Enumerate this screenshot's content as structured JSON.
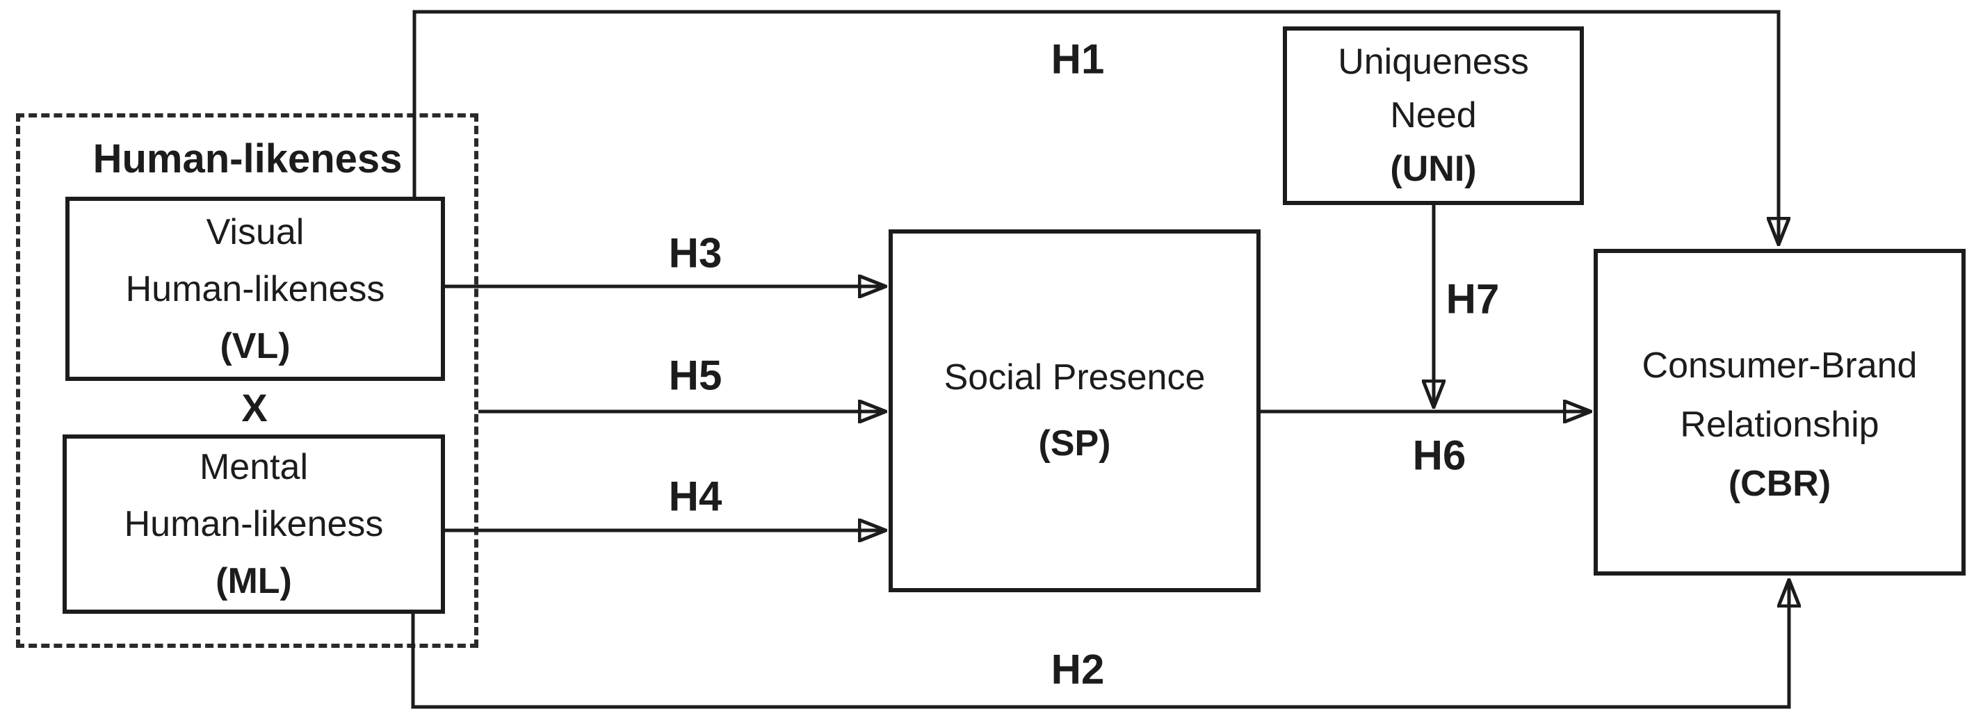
{
  "figure": {
    "background": "#ffffff",
    "stroke_color": "#1c1c1c",
    "group": {
      "title": "Human-likeness",
      "interaction": "X"
    },
    "nodes": {
      "vl": {
        "lines": [
          "Visual",
          "Human-likeness"
        ],
        "abbr": "(VL)"
      },
      "ml": {
        "lines": [
          "Mental",
          "Human-likeness"
        ],
        "abbr": "(ML)"
      },
      "sp": {
        "lines": [
          "Social Presence"
        ],
        "abbr": "(SP)"
      },
      "uni": {
        "lines": [
          "Uniqueness",
          "Need"
        ],
        "abbr": "(UNI)"
      },
      "cbr": {
        "lines": [
          "Consumer-Brand",
          "Relationship"
        ],
        "abbr": "(CBR)"
      }
    },
    "edges": {
      "h1": "H1",
      "h2": "H2",
      "h3": "H3",
      "h4": "H4",
      "h5": "H5",
      "h6": "H6",
      "h7": "H7"
    }
  }
}
